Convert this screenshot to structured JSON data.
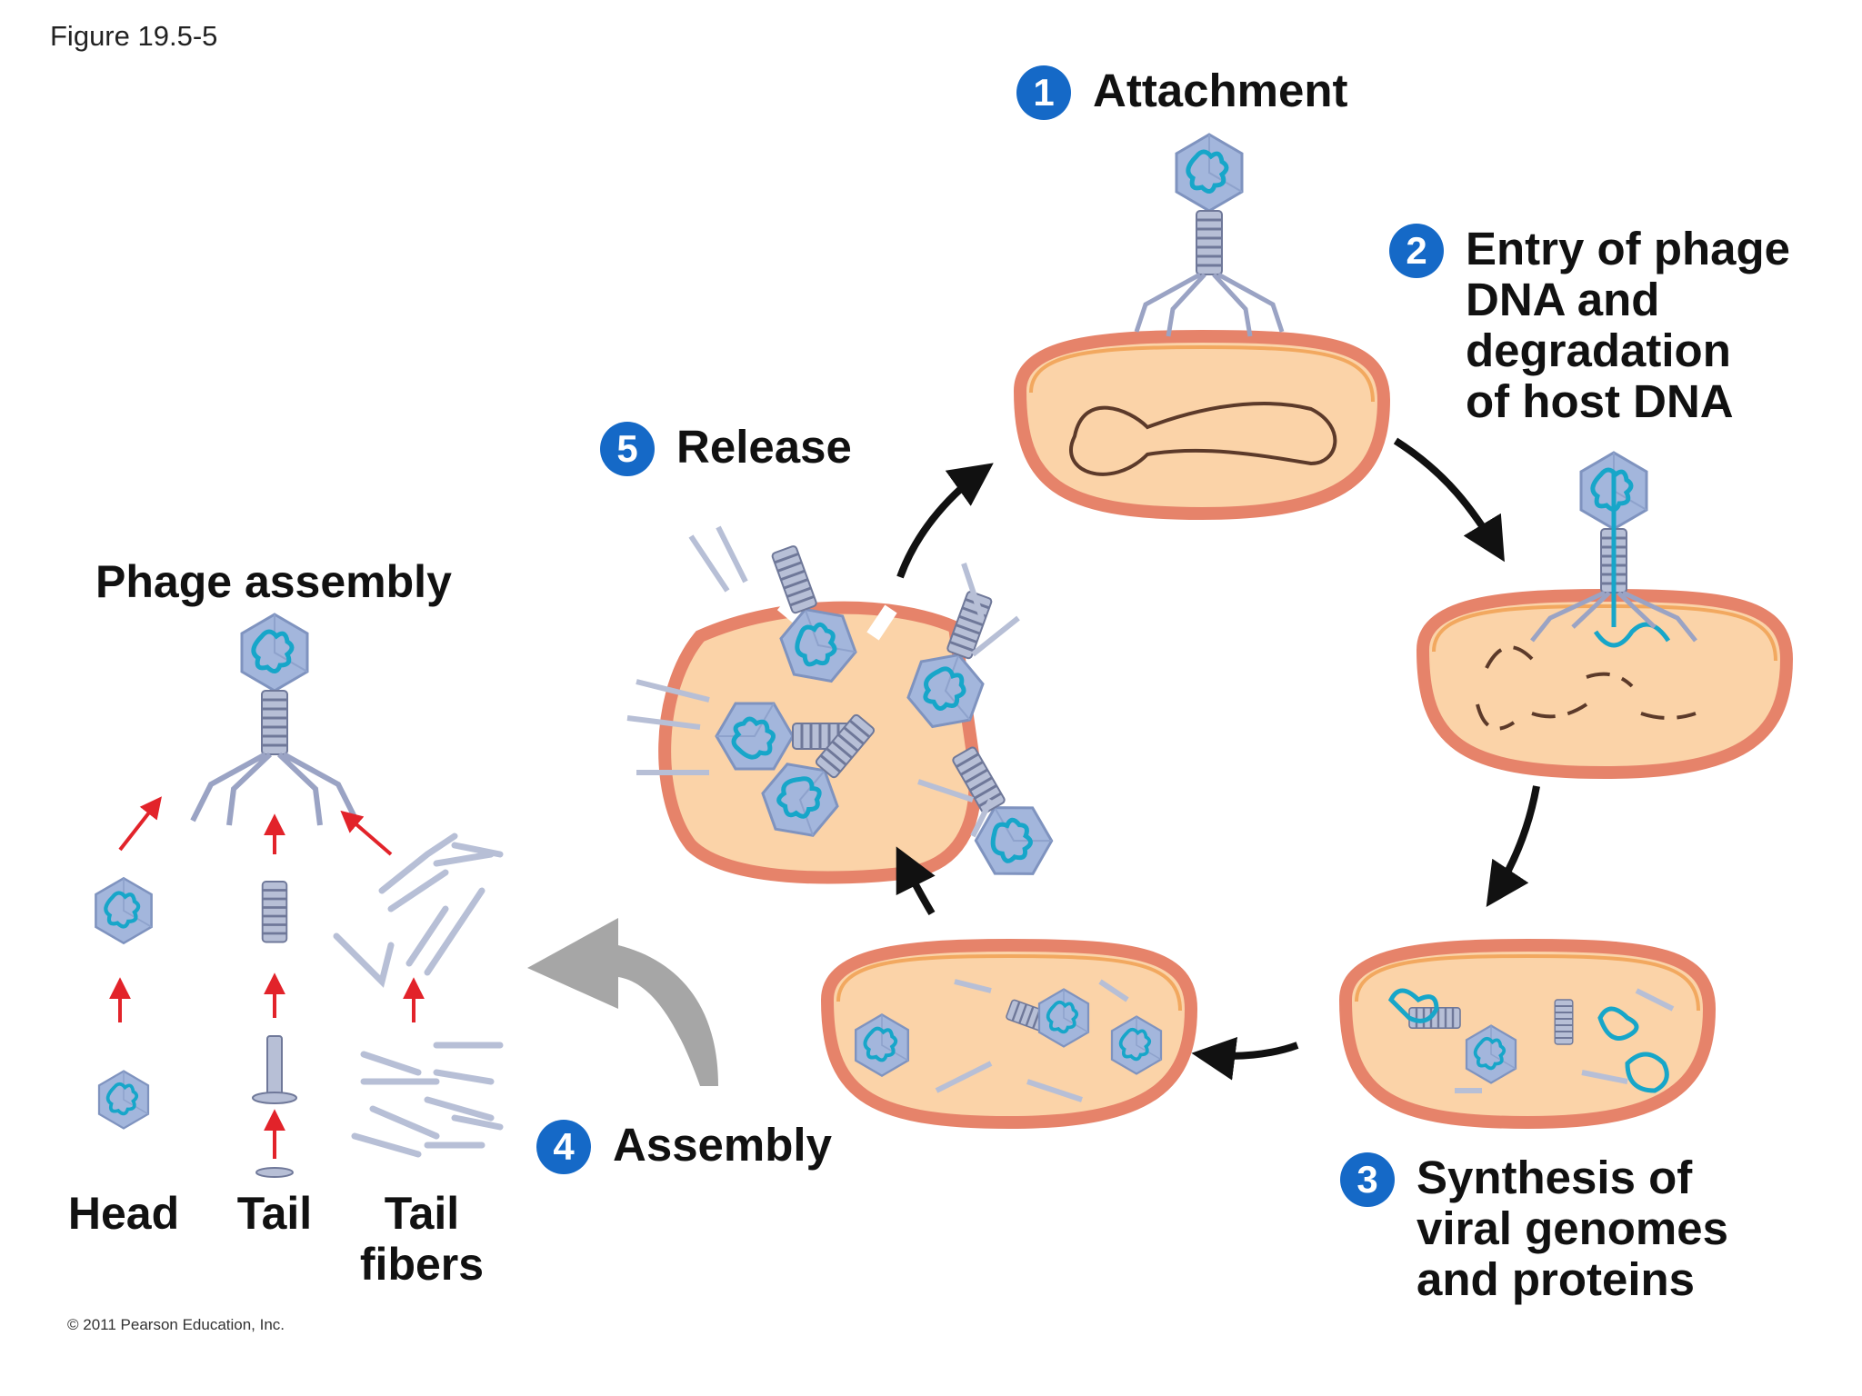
{
  "figure_label": "Figure 19.5-5",
  "copyright": "© 2011 Pearson Education, Inc.",
  "steps": [
    {
      "number": "1",
      "label": "Attachment"
    },
    {
      "number": "2",
      "label": "Entry of phage\nDNA and\ndegradation\nof host DNA"
    },
    {
      "number": "3",
      "label": "Synthesis of\nviral genomes\nand proteins"
    },
    {
      "number": "4",
      "label": "Assembly"
    },
    {
      "number": "5",
      "label": "Release"
    }
  ],
  "assembly": {
    "title": "Phage assembly",
    "parts": [
      "Head",
      "Tail",
      "Tail\nfibers"
    ]
  },
  "colors": {
    "badge": "#1569c7",
    "cell_fill": "#fbd3a8",
    "cell_wall": "#e6836a",
    "capsid": "#a3b6dc",
    "viral_dna": "#17a6c9",
    "assembly_arrow": "#e2232a",
    "big_arrow": "#a6a6a6"
  }
}
